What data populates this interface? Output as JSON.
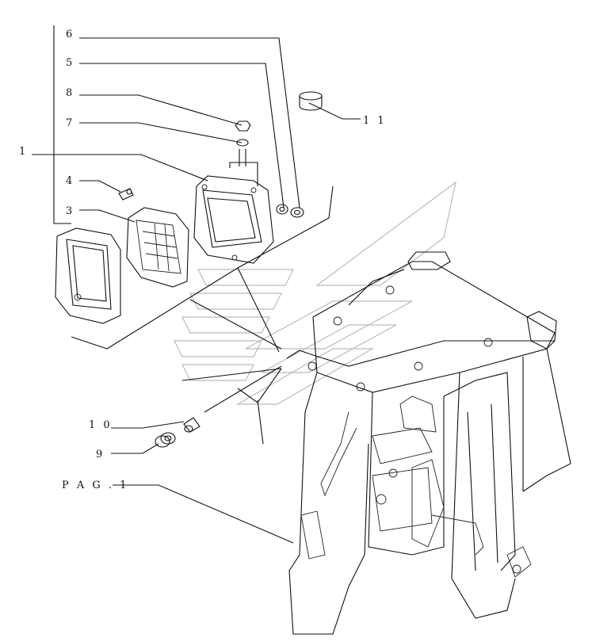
{
  "diagram": {
    "callouts": [
      {
        "id": "c6",
        "text": "6"
      },
      {
        "id": "c5",
        "text": "5"
      },
      {
        "id": "c8",
        "text": "8"
      },
      {
        "id": "c7",
        "text": "7"
      },
      {
        "id": "c1",
        "text": "1"
      },
      {
        "id": "c4",
        "text": "4"
      },
      {
        "id": "c3",
        "text": "3"
      },
      {
        "id": "c11",
        "text": "1 1"
      },
      {
        "id": "c10",
        "text": "1 0"
      },
      {
        "id": "c9",
        "text": "9"
      },
      {
        "id": "cpag",
        "text": "P A G . 1"
      }
    ]
  }
}
